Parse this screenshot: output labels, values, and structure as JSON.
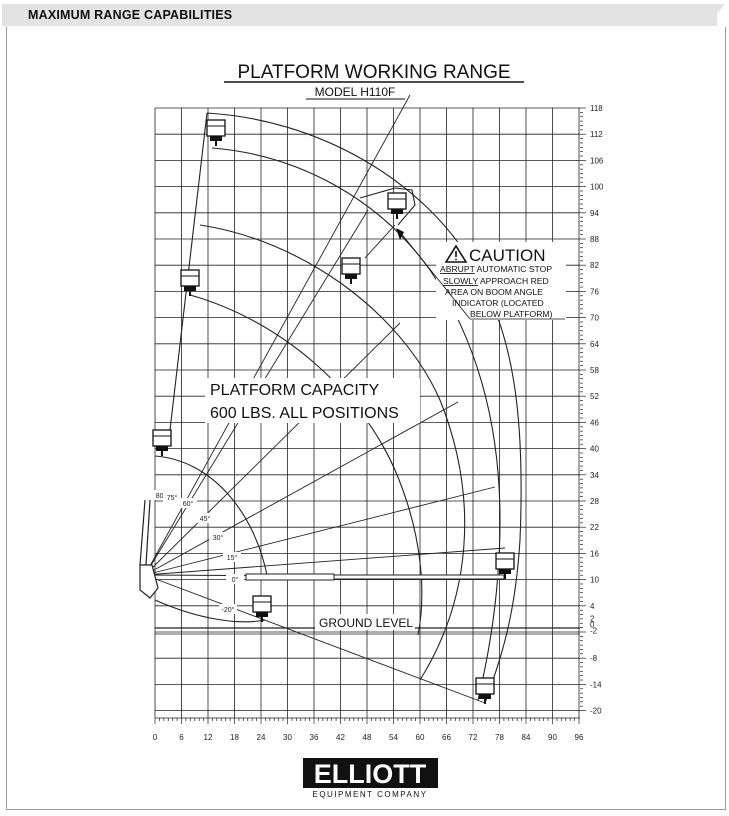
{
  "section_title": "MAXIMUM RANGE CAPABILITIES",
  "diagram": {
    "title": "PLATFORM WORKING RANGE",
    "model": "MODEL H110F",
    "capacity_line1": "PLATFORM CAPACITY",
    "capacity_line2": "600 LBS. ALL POSITIONS",
    "ground_label": "GROUND LEVEL",
    "caution": {
      "title": "CAUTION",
      "line1_underlined": "ABRUPT",
      "line1_rest": " AUTOMATIC STOP",
      "line2_underlined": "SLOWLY",
      "line2_rest": " APPROACH RED",
      "line3": "AREA ON BOOM ANGLE",
      "line4": "INDICATOR (LOCATED",
      "line5": "BELOW PLATFORM)"
    },
    "x_axis_ticks": [
      "0",
      "6",
      "12",
      "18",
      "24",
      "30",
      "36",
      "42",
      "48",
      "54",
      "60",
      "66",
      "72",
      "78",
      "84",
      "90",
      "96"
    ],
    "y_axis_ticks": [
      "118",
      "112",
      "106",
      "100",
      "94",
      "88",
      "82",
      "76",
      "70",
      "64",
      "58",
      "52",
      "46",
      "40",
      "34",
      "28",
      "22",
      "16",
      "10",
      "4",
      "2",
      "0",
      "-2",
      "-8",
      "-14",
      "-20"
    ],
    "boom_angles": [
      "80°",
      "75°",
      "60°",
      "45°",
      "30°",
      "15°",
      "0°",
      "-20°"
    ]
  },
  "logo": {
    "name": "ELLIOTT",
    "subtitle": "EQUIPMENT COMPANY"
  }
}
